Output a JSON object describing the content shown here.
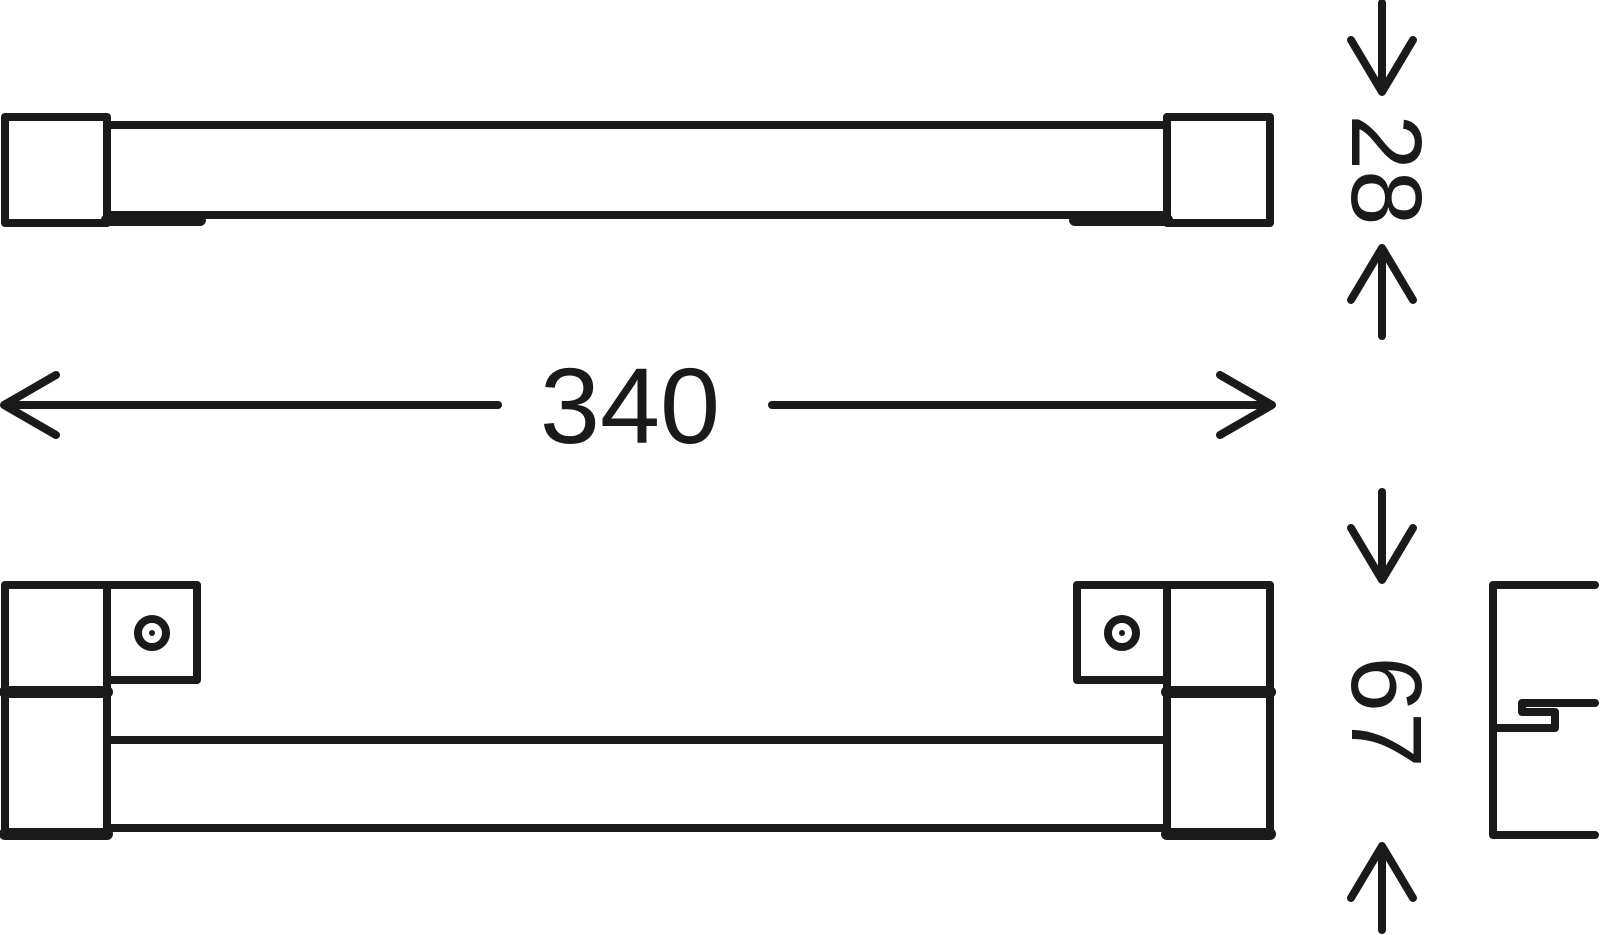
{
  "dimensions": {
    "length": "340",
    "height": "28",
    "depth": "67"
  },
  "colors": {
    "line": "#1a1a1a",
    "background": "#ffffff"
  }
}
